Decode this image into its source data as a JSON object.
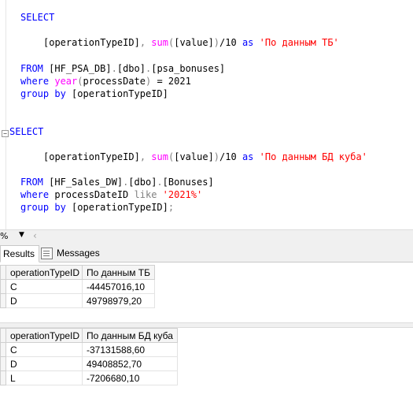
{
  "editor": {
    "q1": {
      "select": "SELECT",
      "b1": "[operationTypeID]",
      "comma": ",",
      "fn": "sum",
      "paren_open": "(",
      "b2": "[value]",
      "paren_close": ")",
      "div": "/10",
      "as": "as",
      "alias": "'По данным ТБ'",
      "from": "FROM",
      "db": "[HF_PSA_DB]",
      "dot1": ".",
      "schema": "[dbo]",
      "dot2": ".",
      "table": "[psa_bonuses]",
      "where": "where",
      "year": "year",
      "yopen": "(",
      "col": "processDate",
      "yclose": ")",
      "eq": " = 2021",
      "group": "group",
      "by": "by",
      "gcol": "[operationTypeID]"
    },
    "q2": {
      "select": "SELECT",
      "b1": "[operationTypeID]",
      "comma": ",",
      "fn": "sum",
      "paren_open": "(",
      "b2": "[value]",
      "paren_close": ")",
      "div": "/10",
      "as": "as",
      "alias": "'По данным БД куба'",
      "from": "FROM",
      "db": "[HF_Sales_DW]",
      "dot1": ".",
      "schema": "[dbo]",
      "dot2": ".",
      "table": "[Bonuses]",
      "where": "where",
      "col": "processDateID",
      "like": "like",
      "pattern": "'2021%'",
      "group": "group",
      "by": "by",
      "gcol": "[operationTypeID]",
      "semi": ";"
    }
  },
  "statusbar": {
    "zoom": "%"
  },
  "tabs": {
    "results": "Results",
    "messages": "Messages"
  },
  "grid1": {
    "headers": [
      "operationTypeID",
      "По данным ТБ"
    ],
    "rows": [
      [
        "C",
        "-44457016,10"
      ],
      [
        "D",
        "49798979,20"
      ]
    ]
  },
  "grid2": {
    "headers": [
      "operationTypeID",
      "По данным БД куба"
    ],
    "rows": [
      [
        "C",
        "-37131588,60"
      ],
      [
        "D",
        "49408852,70"
      ],
      [
        "L",
        "-7206680,10"
      ]
    ]
  },
  "colors": {
    "keyword": "#0000ff",
    "function": "#ff00ff",
    "operator": "#808080",
    "string": "#ff0000"
  }
}
